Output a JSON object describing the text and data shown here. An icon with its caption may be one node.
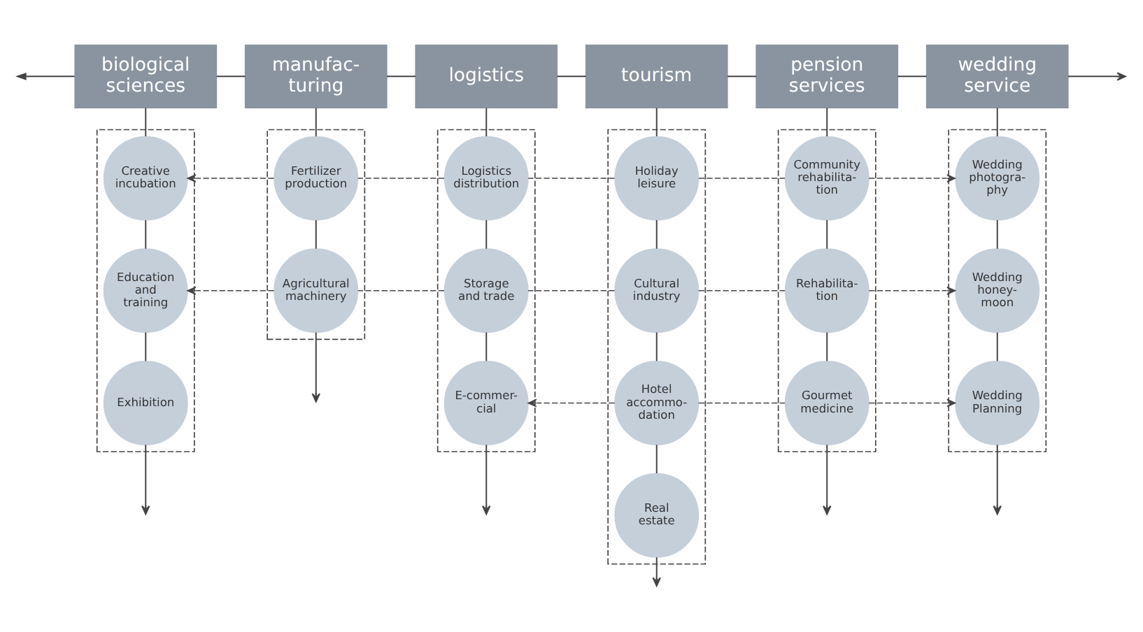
{
  "diagram": {
    "nodes": [
      {
        "text": [
          "biological sciences"
        ]
      },
      {
        "text": [
          "manufac- turing"
        ]
      },
      {
        "text": [
          "logistics"
        ]
      },
      {
        "text": [
          "tourism"
        ]
      },
      {
        "text": [
          "pension services"
        ]
      },
      {
        "text": [
          "wedding service"
        ]
      },
      {
        "text": [],
        "shape": "box"
      },
      {
        "text": [
          "Creative incubation"
        ],
        "in": 6
      },
      {
        "text": [
          "Education and training"
        ],
        "in": 6
      },
      {
        "text": [
          "Exhibition"
        ],
        "in": 6
      },
      {
        "text": [],
        "shape": "box"
      },
      {
        "text": [
          "Fertilizer production"
        ],
        "in": 10
      },
      {
        "text": [
          "Agricultural machinery"
        ],
        "in": 10
      },
      {
        "text": [],
        "shape": "box"
      },
      {
        "text": [
          "Logistics distribution"
        ],
        "in": 13
      },
      {
        "text": [
          "Storage and trade"
        ],
        "in": 13
      },
      {
        "text": [
          "E-commer- cial"
        ],
        "in": 13
      },
      {
        "text": [],
        "shape": "box"
      },
      {
        "text": [
          "Holiday leisure"
        ],
        "in": 17
      },
      {
        "text": [
          "Cultural industry"
        ],
        "in": 17
      },
      {
        "text": [
          "Hotel accommo- dation"
        ],
        "in": 17
      },
      {
        "text": [
          "Real estate"
        ],
        "in": 17
      },
      {
        "text": [],
        "shape": "box"
      },
      {
        "text": [
          "Community rehabilita- tion"
        ],
        "in": 22
      },
      {
        "text": [
          "Rehabilita- tion"
        ],
        "in": 22
      },
      {
        "text": [
          "Gourmet medicine"
        ],
        "in": 22
      },
      {
        "text": [],
        "shape": "box"
      },
      {
        "text": [
          "Wedding photogra- phy"
        ],
        "in": 26
      },
      {
        "text": [
          "Wedding honey- moon"
        ],
        "in": 26
      },
      {
        "text": [
          "Wedding Planning"
        ],
        "in": 26
      }
    ],
    "edges": [
      {
        "from": 0,
        "to": null,
        "arrow": "to"
      },
      {
        "from": 0,
        "to": 1,
        "arrow": "none"
      },
      {
        "from": 1,
        "to": 2,
        "arrow": "none"
      },
      {
        "from": 2,
        "to": 3,
        "arrow": "none"
      },
      {
        "from": 3,
        "to": 4,
        "arrow": "none"
      },
      {
        "from": 4,
        "to": 5,
        "arrow": "none"
      },
      {
        "from": 5,
        "to": null,
        "arrow": "to"
      },
      {
        "from": 0,
        "to": 7,
        "arrow": "none"
      },
      {
        "from": 1,
        "to": 11,
        "arrow": "none"
      },
      {
        "from": 2,
        "to": 14,
        "arrow": "none"
      },
      {
        "from": 3,
        "to": 18,
        "arrow": "none"
      },
      {
        "from": 4,
        "to": 23,
        "arrow": "none"
      },
      {
        "from": 5,
        "to": 27,
        "arrow": "none"
      },
      {
        "from": 7,
        "to": 8,
        "arrow": "none"
      },
      {
        "from": 8,
        "to": 9,
        "arrow": "none"
      },
      {
        "from": 11,
        "to": 12,
        "arrow": "none"
      },
      {
        "from": 14,
        "to": 15,
        "arrow": "none"
      },
      {
        "from": 15,
        "to": 16,
        "arrow": "none"
      },
      {
        "from": 18,
        "to": 19,
        "arrow": "none"
      },
      {
        "from": 19,
        "to": 20,
        "arrow": "none"
      },
      {
        "from": 20,
        "to": 21,
        "arrow": "none"
      },
      {
        "from": 23,
        "to": 24,
        "arrow": "none"
      },
      {
        "from": 24,
        "to": 25,
        "arrow": "none"
      },
      {
        "from": 27,
        "to": 28,
        "arrow": "none"
      },
      {
        "from": 28,
        "to": 29,
        "arrow": "none"
      },
      {
        "from": 9,
        "to": null,
        "arrow": "to"
      },
      {
        "from": 12,
        "to": null,
        "arrow": "to"
      },
      {
        "from": 16,
        "to": null,
        "arrow": "to"
      },
      {
        "from": 21,
        "to": null,
        "arrow": "to"
      },
      {
        "from": 25,
        "to": null,
        "arrow": "to"
      },
      {
        "from": 29,
        "to": null,
        "arrow": "to"
      },
      {
        "from": 11,
        "to": 7,
        "arrow": "to",
        "style": "dashed"
      },
      {
        "from": 14,
        "to": 11,
        "arrow": "none",
        "style": "dashed"
      },
      {
        "from": 18,
        "to": 14,
        "arrow": "none",
        "style": "dashed"
      },
      {
        "from": 18,
        "to": 23,
        "arrow": "none",
        "style": "dashed"
      },
      {
        "from": 23,
        "to": 27,
        "arrow": "to",
        "style": "dashed"
      },
      {
        "from": 12,
        "to": 8,
        "arrow": "to",
        "style": "dashed"
      },
      {
        "from": 15,
        "to": 12,
        "arrow": "none",
        "style": "dashed"
      },
      {
        "from": 19,
        "to": 15,
        "arrow": "none",
        "style": "dashed"
      },
      {
        "from": 19,
        "to": 24,
        "arrow": "none",
        "style": "dashed"
      },
      {
        "from": 24,
        "to": 28,
        "arrow": "to",
        "style": "dashed"
      },
      {
        "from": 20,
        "to": 16,
        "arrow": "to",
        "style": "dashed"
      },
      {
        "from": 20,
        "to": 25,
        "arrow": "none",
        "style": "dashed"
      },
      {
        "from": 25,
        "to": 29,
        "arrow": "to",
        "style": "dashed"
      }
    ]
  }
}
